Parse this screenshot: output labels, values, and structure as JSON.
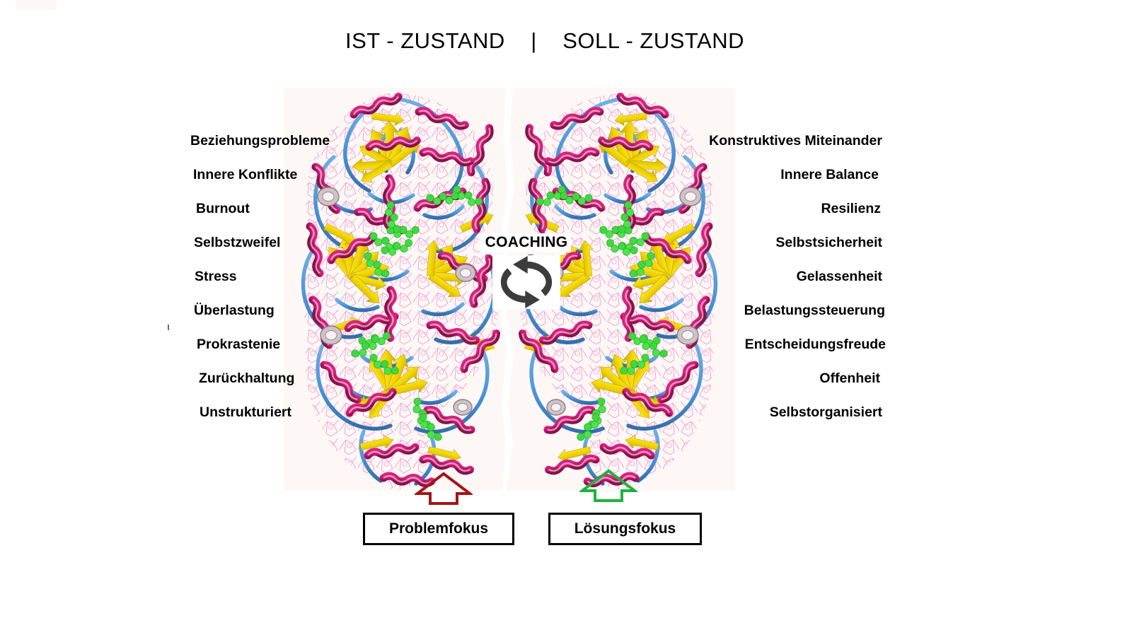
{
  "page": {
    "title": "IST - ZUSTAND    |    SOLL - ZUSTAND",
    "background_color": "#ffffff"
  },
  "center": {
    "coaching_label": "COACHING",
    "coaching_icon": "circular-arrows-icon",
    "icon_color": "#3c3c3c",
    "panel_background": "#fdf7f6"
  },
  "left_column": {
    "heading": "IST - ZUSTAND",
    "items": [
      {
        "label": "Beziehungsprobleme"
      },
      {
        "label": "Innere Konflikte"
      },
      {
        "label": "Burnout"
      },
      {
        "label": "Selbstzweifel"
      },
      {
        "label": "Stress"
      },
      {
        "label": "Überlastung"
      },
      {
        "label": "Prokrastenie"
      },
      {
        "label": "Zurückhaltung"
      },
      {
        "label": "Unstrukturiert"
      }
    ]
  },
  "right_column": {
    "heading": "SOLL - ZUSTAND",
    "items": [
      {
        "label": "Konstruktives Miteinander"
      },
      {
        "label": "Innere Balance"
      },
      {
        "label": "Resilienz"
      },
      {
        "label": "Selbstsicherheit"
      },
      {
        "label": "Gelassenheit"
      },
      {
        "label": "Belastungssteuerung"
      },
      {
        "label": "Entscheidungsfreude"
      },
      {
        "label": "Offenheit"
      },
      {
        "label": "Selbstorganisiert"
      }
    ]
  },
  "footer": {
    "problem": {
      "box_label": "Problemfokus",
      "arrow_icon": "up-arrow-outline-icon",
      "arrow_color": "#a21616"
    },
    "solution": {
      "box_label": "Lösungsfokus",
      "arrow_icon": "up-arrow-outline-icon",
      "arrow_color": "#1eb33c"
    }
  },
  "molecule": {
    "description": "protein-ribbon-structure",
    "colors": {
      "helix": "#c4186f",
      "sheet": "#f2d500",
      "loop": "#3f8ed4",
      "sidechain": "#eb86c4",
      "ligand_spheres": "#3fd93f",
      "background": "#fdf7f6"
    }
  }
}
